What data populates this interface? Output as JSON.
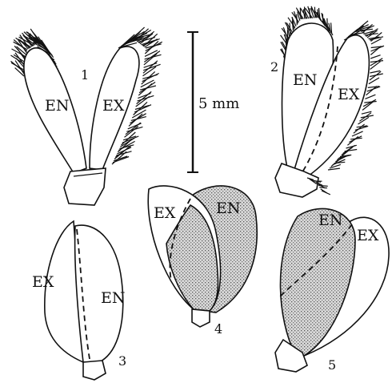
{
  "scale_bar": {
    "label": "5 mm"
  },
  "floret_1": {
    "number": "1",
    "endo_label": "EN",
    "exo_label": "EX"
  },
  "floret_2": {
    "number": "2",
    "endo_label": "EN",
    "exo_label": "EX"
  },
  "floret_3": {
    "number": "3",
    "endo_label": "EN",
    "exo_label": "EX"
  },
  "floret_4": {
    "number": "4",
    "endo_label": "EN",
    "exo_label": "EX"
  },
  "floret_5": {
    "number": "5",
    "endo_label": "EN",
    "exo_label": "EX"
  }
}
